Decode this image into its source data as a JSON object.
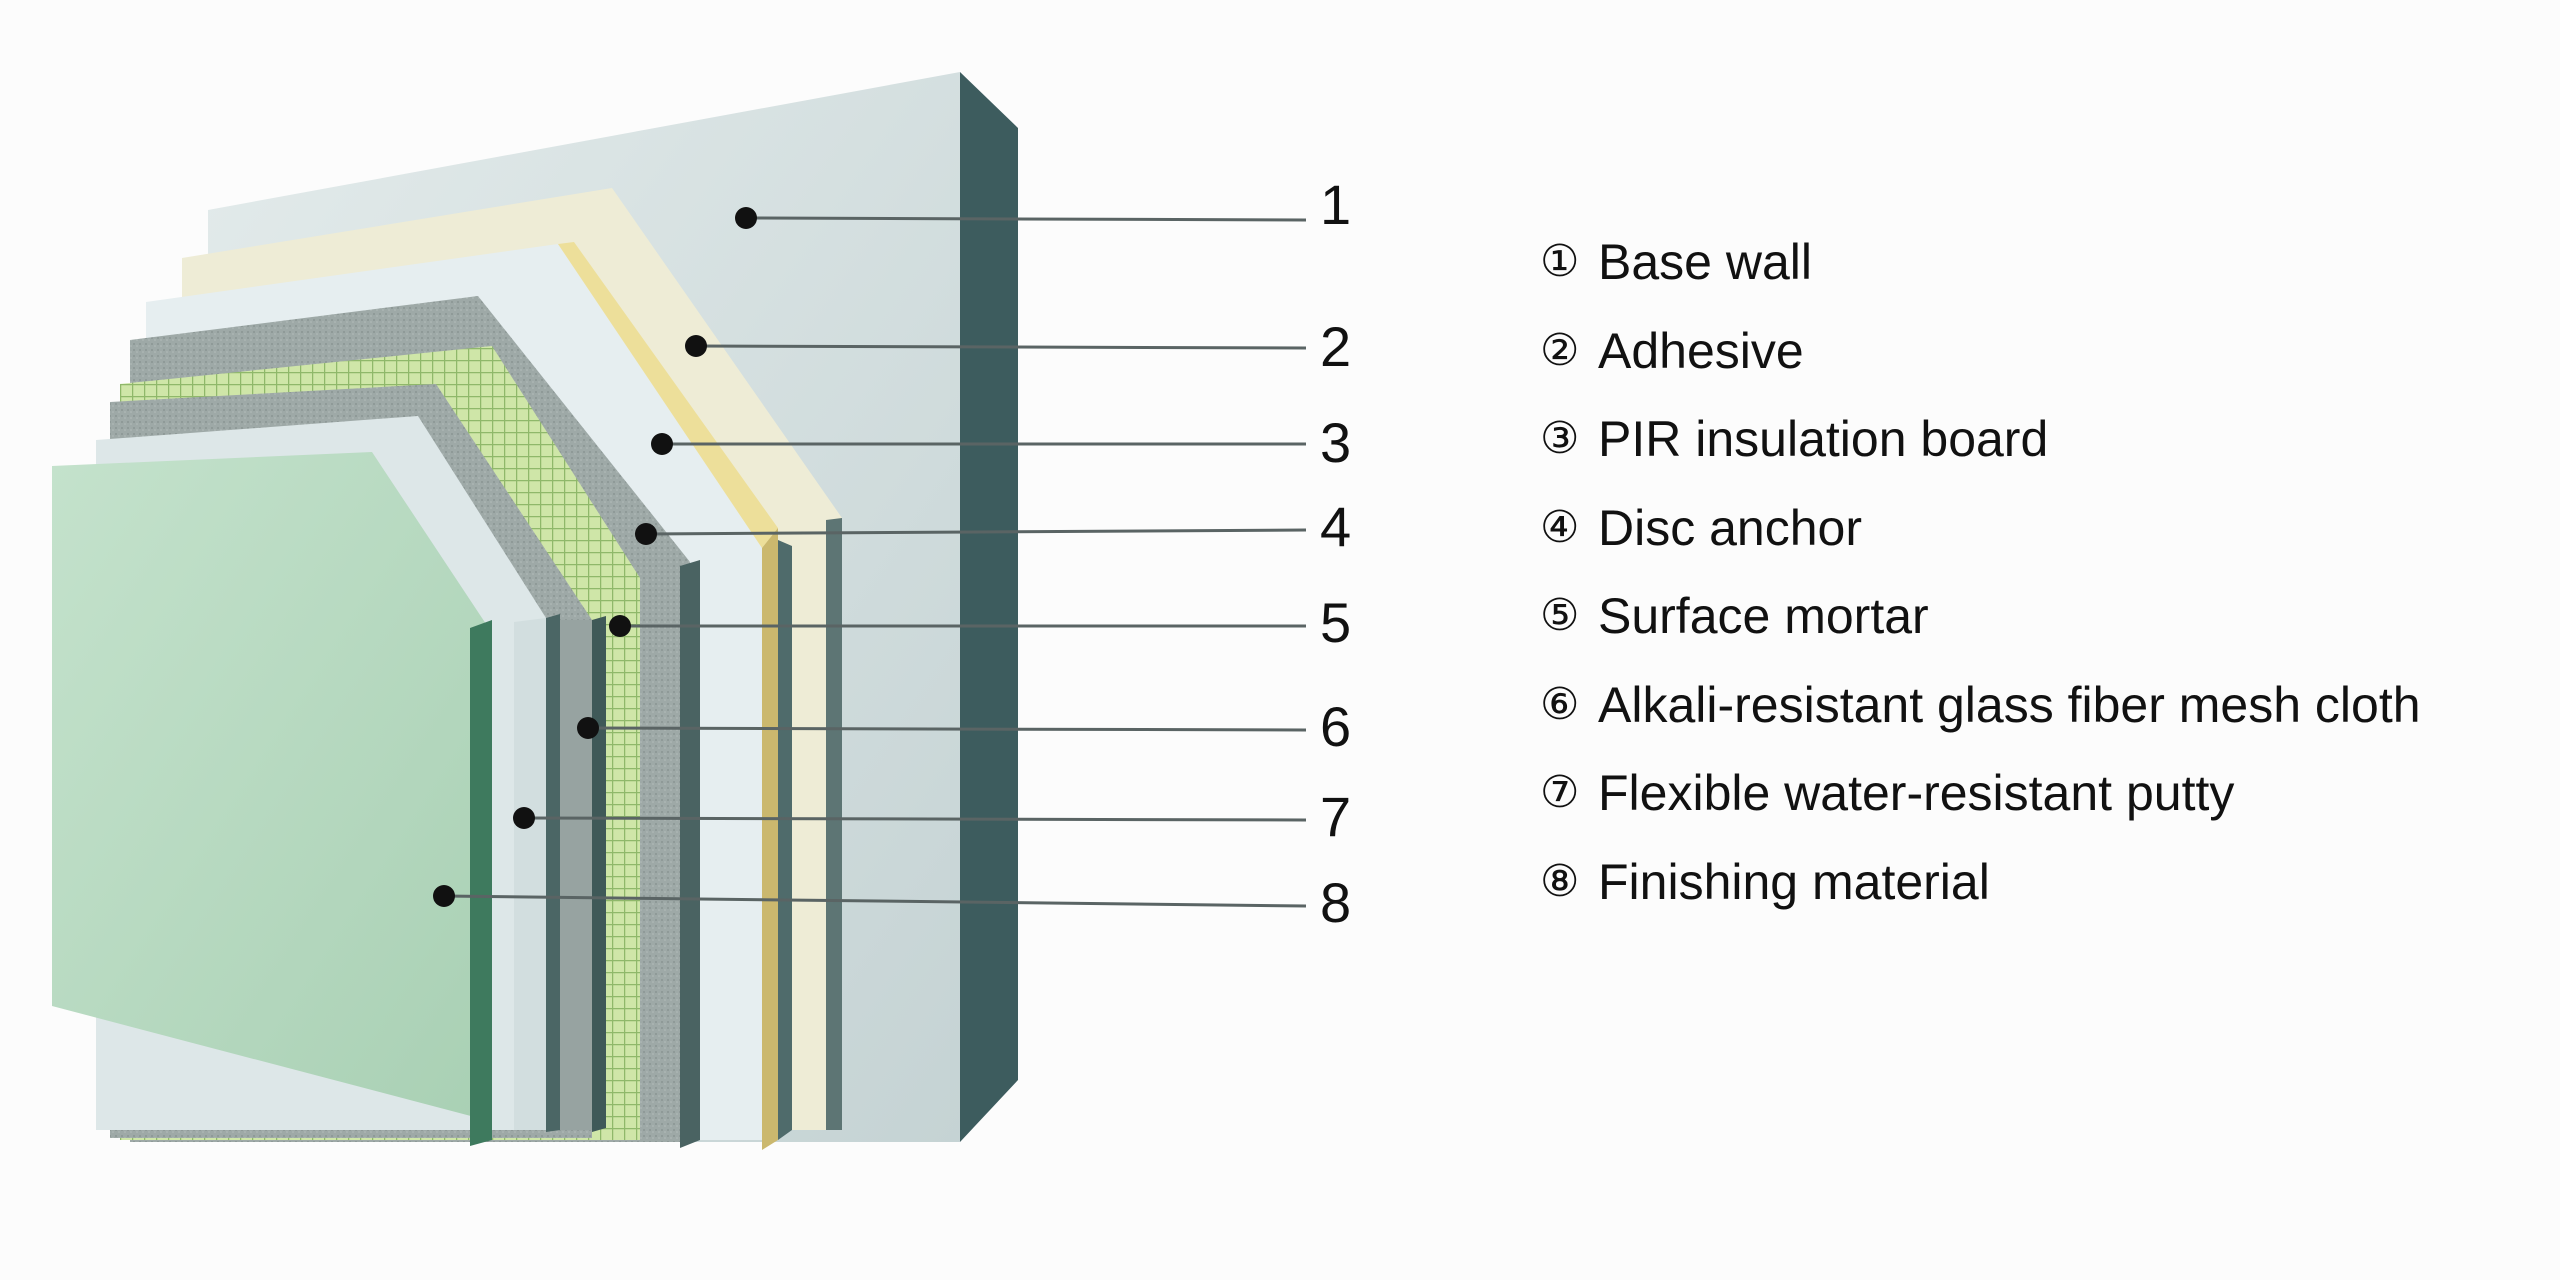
{
  "callout_numbers": [
    "1",
    "2",
    "3",
    "4",
    "5",
    "6",
    "7",
    "8"
  ],
  "legend": [
    {
      "num": "①",
      "label": "Base wall"
    },
    {
      "num": "②",
      "label": "Adhesive"
    },
    {
      "num": "③",
      "label": "PIR insulation board"
    },
    {
      "num": "④",
      "label": "Disc anchor"
    },
    {
      "num": "⑤",
      "label": "Surface mortar"
    },
    {
      "num": "⑥",
      "label": "Alkali-resistant glass fiber mesh cloth"
    },
    {
      "num": "⑦",
      "label": "Flexible water-resistant putty"
    },
    {
      "num": "⑧",
      "label": "Finishing material"
    }
  ],
  "layer_colors": {
    "base_wall_face": "#d4dede",
    "base_wall_edge": "#3b5a5c",
    "adhesive": "#f0eed8",
    "insulation": "#e4ecee",
    "mortar": "#9aa6a4",
    "mesh": "#c6e0a4",
    "putty": "#dde6e6",
    "finishing": "#bcdcc4"
  }
}
